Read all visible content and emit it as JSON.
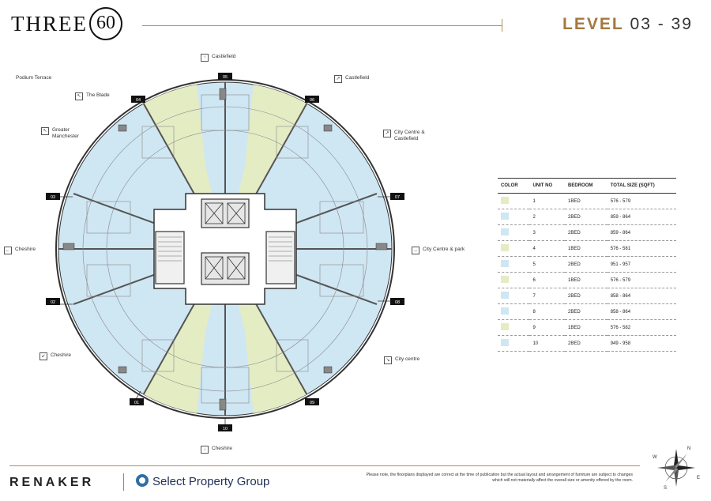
{
  "brand": {
    "word": "THREE",
    "number": "60"
  },
  "header": {
    "level_label": "LEVEL",
    "level_range": "03 - 39"
  },
  "directions": {
    "top": "Castlefield",
    "top_right": "Castlefield",
    "podium": "Podium Terrace",
    "blade": "The Blade",
    "greater_manchester": "Greater Manchester",
    "city_centre_castlefield": "City Centre & Castlefield",
    "left": "Cheshire",
    "right": "City Centre & park",
    "bottom_left": "Cheshire",
    "bottom_right": "City centre",
    "bottom": "Cheshire"
  },
  "unit_tags": [
    "01",
    "02",
    "03",
    "04",
    "05",
    "06",
    "07",
    "08",
    "09",
    "10"
  ],
  "table": {
    "headers": [
      "COLOR",
      "UNIT NO",
      "BEDROOM",
      "TOTAL SIZE (SQFT)"
    ],
    "rows": [
      {
        "unit": "1",
        "bedroom": "1BED",
        "size": "576 - 579",
        "color": "#e4ecc4"
      },
      {
        "unit": "2",
        "bedroom": "2BED",
        "size": "859 - 864",
        "color": "#cfe6f3"
      },
      {
        "unit": "3",
        "bedroom": "2BED",
        "size": "859 - 864",
        "color": "#cfe6f3"
      },
      {
        "unit": "4",
        "bedroom": "1BED",
        "size": "576 - 581",
        "color": "#e4ecc4"
      },
      {
        "unit": "5",
        "bedroom": "2BED",
        "size": "951 - 957",
        "color": "#cfe6f3"
      },
      {
        "unit": "6",
        "bedroom": "1BED",
        "size": "576 - 579",
        "color": "#e4ecc4"
      },
      {
        "unit": "7",
        "bedroom": "2BED",
        "size": "858 - 864",
        "color": "#cfe6f3"
      },
      {
        "unit": "8",
        "bedroom": "2BED",
        "size": "858 - 864",
        "color": "#cfe6f3"
      },
      {
        "unit": "9",
        "bedroom": "1BED",
        "size": "576 - 582",
        "color": "#e4ecc4"
      },
      {
        "unit": "10",
        "bedroom": "2BED",
        "size": "949 - 958",
        "color": "#cfe6f3"
      }
    ]
  },
  "footer": {
    "renaker": "RENAKER",
    "select_property": "Select Property Group",
    "disclaimer": "Please note, the floorplans displayed are correct at the time of publication but the actual layout and arrangement of furniture are subject to changes which will not materially affect the overall size or amenity offered by the room."
  },
  "compass": {
    "n": "N",
    "e": "E",
    "s": "S",
    "w": "W"
  },
  "colors": {
    "one_bed": "#e4ecc4",
    "two_bed": "#cfe6f3",
    "accent": "#a5783f",
    "line": "#b88d57"
  }
}
